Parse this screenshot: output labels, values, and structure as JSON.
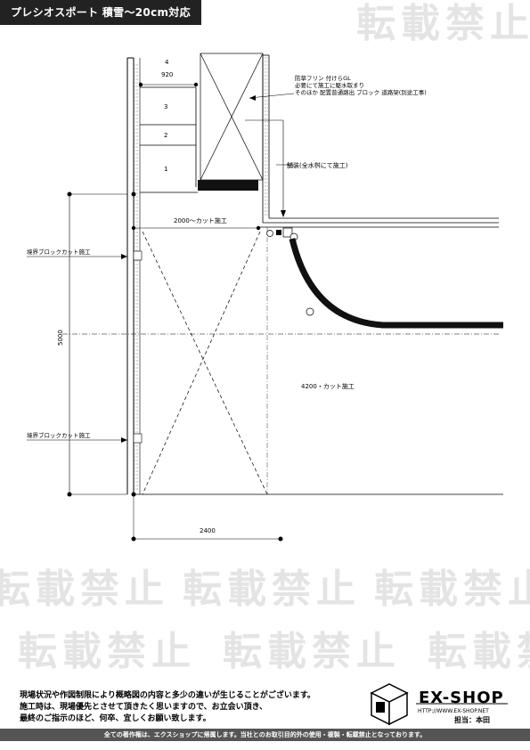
{
  "title": "プレシオスポート 積雪～20cm対応",
  "watermark": "転載禁止",
  "annotations": {
    "dim_top_number": "4",
    "dim_top_width": "920",
    "step_3": "3",
    "step_2": "2",
    "step_1": "1",
    "note_1": "防草フリン 付けらGL",
    "note_2": "必要にて施工に駆水取まり",
    "note_3": "そのほか 配置普通路出 ブロック 道路架(別途工事)",
    "note_drain": "舗装(全水桝にて施工)",
    "cut_top": "2000～カット施工",
    "block_cut_upper": "境界ブロックカット施工",
    "dim_left": "5000",
    "cut_right": "4200・カット施工",
    "block_cut_lower": "境界ブロックカット施工",
    "dim_bottom": "2400"
  },
  "notes": [
    "現場状況や作図制限により概略図の内容と多少の違いが生じることがございます。",
    "施工時は、現場優先とさせて頂きたく思いますので、お立会い頂き、",
    "最終のご指示のほど、何卒、宜しくお願い致します。"
  ],
  "brand": "EX-SHOP",
  "url": "HTTP://WWW.EX-SHOP.NET",
  "staff": "担当：本田",
  "footer": "全ての著作権は、エクスショップに帰属します。当社とのお取引目的外の使用・複製・転載禁止となっております。"
}
